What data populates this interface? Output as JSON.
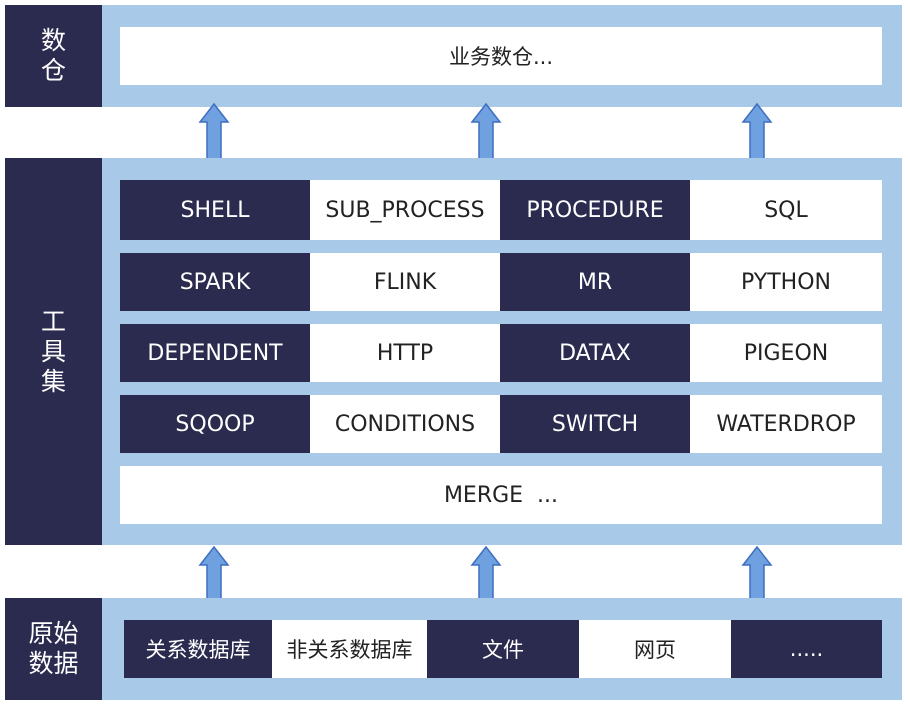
{
  "layers": {
    "warehouse": {
      "label": "数\n仓",
      "content": "业务数仓..."
    },
    "toolset": {
      "label": "工\n具\n集",
      "rows": [
        [
          "SHELL",
          "SUB_PROCESS",
          "PROCEDURE",
          "SQL"
        ],
        [
          "SPARK",
          "FLINK",
          "MR",
          "PYTHON"
        ],
        [
          "DEPENDENT",
          "HTTP",
          "DATAX",
          "PIGEON"
        ],
        [
          "SQOOP",
          "CONDITIONS",
          "SWITCH",
          "WATERDROP"
        ]
      ],
      "last_row": "MERGE  ..."
    },
    "source": {
      "label": "原始\n数据",
      "items": [
        "关系数据库",
        "非关系数据库",
        "文件",
        "网页",
        "....."
      ]
    }
  },
  "colors": {
    "dark": "#2b2a4f",
    "panel": "#a8c9e8",
    "arrow_fill": "#6fa0e0",
    "arrow_stroke": "#3f6fbf"
  },
  "icons": [
    "up-arrow-icon"
  ]
}
